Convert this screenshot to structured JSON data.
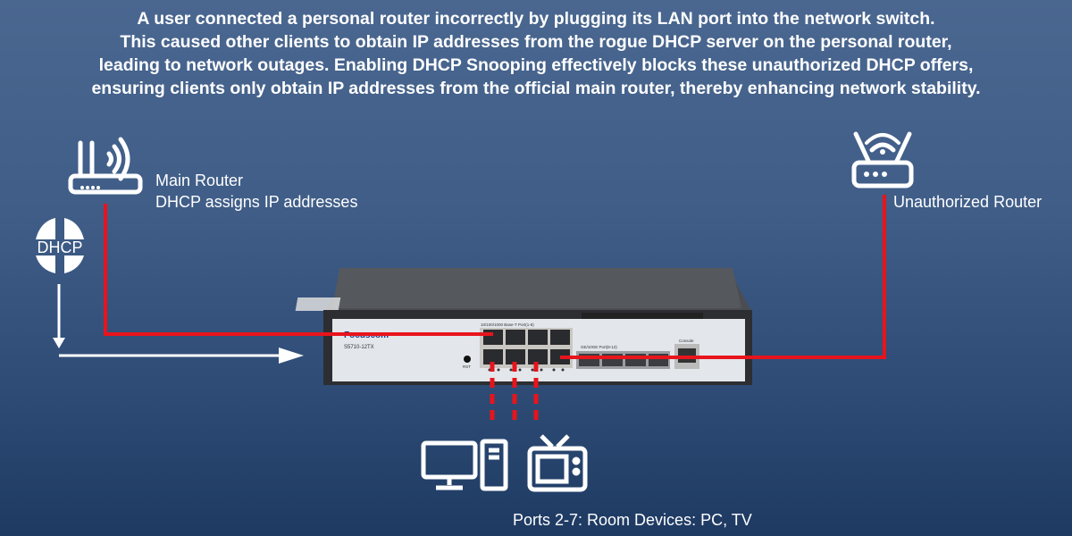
{
  "description": [
    "A user connected a personal router incorrectly by plugging its LAN port into the network switch.",
    "This caused other clients to obtain IP addresses from the rogue DHCP server on the personal router,",
    "leading to network outages. Enabling DHCP Snooping effectively blocks these unauthorized DHCP offers,",
    "ensuring clients only obtain IP addresses from the official main router, thereby enhancing network stability."
  ],
  "main_router": {
    "title": "Main Router",
    "subtitle": "DHCP assigns IP addresses"
  },
  "dhcp_badge": "DHCP",
  "rogue_router": {
    "label": "Unauthorized Router"
  },
  "devices_label": "Ports 2-7: Room Devices: PC, TV",
  "switch": {
    "brand": "Focuscom",
    "model": "S5710-12TX",
    "copper_ports_label": "10/100/1000 Base-T Port(1-8)",
    "sfp_ports_label": "GE/10GE Port(9-12)",
    "console_label": "Console",
    "reset_label": "RST"
  },
  "colors": {
    "link": "#e8141c",
    "accent": "#ffffff"
  }
}
